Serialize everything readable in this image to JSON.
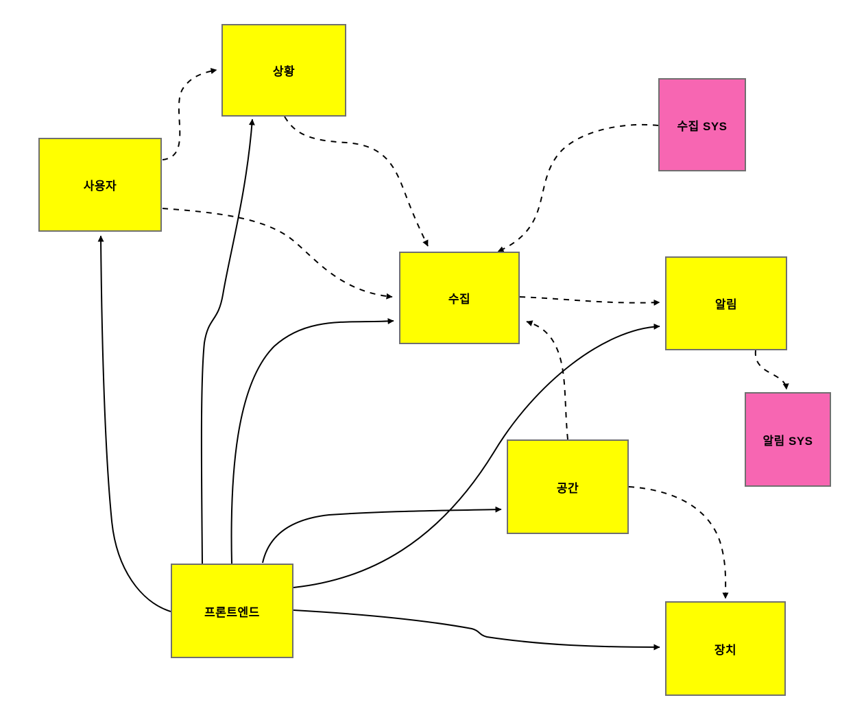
{
  "diagram": {
    "type": "flowchart",
    "background": "#ffffff",
    "colors": {
      "node_fill_yellow": "#FFFF00",
      "node_fill_pink": "#F766B2",
      "node_border": "#6F6F6F",
      "edge_stroke": "#000000",
      "label_text": "#000000"
    },
    "nodes": [
      {
        "id": "situation",
        "label": "상황",
        "fill": "yellow"
      },
      {
        "id": "user",
        "label": "사용자",
        "fill": "yellow"
      },
      {
        "id": "collect-sys",
        "label": "수집 SYS",
        "fill": "pink"
      },
      {
        "id": "collect",
        "label": "수집",
        "fill": "yellow"
      },
      {
        "id": "alert",
        "label": "알림",
        "fill": "yellow"
      },
      {
        "id": "alert-sys",
        "label": "알림 SYS",
        "fill": "pink"
      },
      {
        "id": "space",
        "label": "공간",
        "fill": "yellow"
      },
      {
        "id": "frontend",
        "label": "프론트엔드",
        "fill": "yellow"
      },
      {
        "id": "device",
        "label": "장치",
        "fill": "yellow"
      }
    ],
    "edges": [
      {
        "from": "사용자",
        "to": "상황",
        "style": "dashed"
      },
      {
        "from": "사용자",
        "to": "수집",
        "style": "dashed"
      },
      {
        "from": "상황",
        "to": "수집",
        "style": "dashed"
      },
      {
        "from": "수집 SYS",
        "to": "수집",
        "style": "dashed"
      },
      {
        "from": "수집",
        "to": "알림",
        "style": "dashed"
      },
      {
        "from": "공간",
        "to": "수집",
        "style": "dashed"
      },
      {
        "from": "알림",
        "to": "알림 SYS",
        "style": "dashed"
      },
      {
        "from": "공간",
        "to": "장치",
        "style": "dashed"
      },
      {
        "from": "프론트엔드",
        "to": "사용자",
        "style": "solid"
      },
      {
        "from": "프론트엔드",
        "to": "상황",
        "style": "solid"
      },
      {
        "from": "프론트엔드",
        "to": "수집",
        "style": "solid"
      },
      {
        "from": "프론트엔드",
        "to": "공간",
        "style": "solid"
      },
      {
        "from": "프론트엔드",
        "to": "알림",
        "style": "solid"
      },
      {
        "from": "프론트엔드",
        "to": "장치",
        "style": "solid"
      }
    ]
  }
}
